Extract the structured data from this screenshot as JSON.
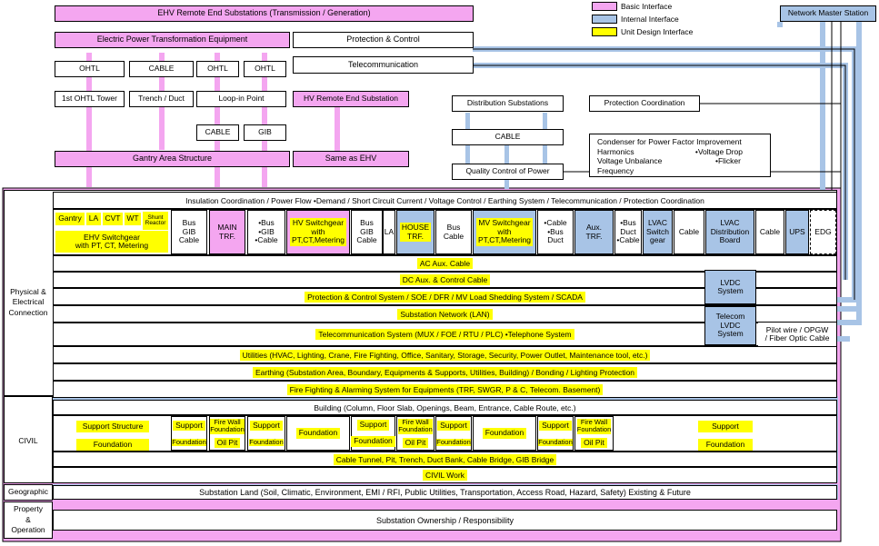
{
  "legend": {
    "basic": "Basic Interface",
    "internal": "Internal Interface",
    "unit": "Unit Design Interface"
  },
  "top": {
    "ehv_remote": "EHV Remote End Substations (Transmission / Generation)",
    "transformation": "Electric Power Transformation Equipment",
    "protection_control": "Protection & Control",
    "telecommunication": "Telecommunication",
    "network_master": "Network Master Station",
    "ohtl1": "OHTL",
    "cable1": "CABLE",
    "ohtl2": "OHTL",
    "ohtl3": "OHTL",
    "first_ohtl_tower": "1st OHTL Tower",
    "trench_duct": "Trench / Duct",
    "loop_in": "Loop-in Point",
    "hv_remote": "HV Remote End Substation",
    "cable_loop": "CABLE",
    "gib_loop": "GIB",
    "gantry_area": "Gantry Area Structure",
    "same_as_ehv": "Same as EHV",
    "distribution_substations": "Distribution Substations",
    "protection_coordination": "Protection Coordination",
    "dist_cable": "CABLE",
    "quality_control": "Quality Control of Power",
    "quality_notes": [
      "Condenser for Power Factor Improvement",
      "Harmonics",
      "•Voltage Drop",
      "Voltage Unbalance",
      "•Flicker",
      "Frequency"
    ]
  },
  "sections": {
    "physical": "Physical &\nElectrical\nConnection",
    "civil": "CIVIL",
    "geographic": "Geographic",
    "property": "Property\n&\nOperation"
  },
  "insulation": "Insulation Coordination / Power Flow  •Demand / Short Circuit Current / Voltage Control / Earthing System / Telecommunication / Protection Coordination",
  "equipment": {
    "gantry": "Gantry",
    "la": "LA",
    "cvt": "CVT",
    "wt": "WT",
    "shunt": "Shunt\nReactor",
    "ehv_swgr": "EHV Switchgear\nwith PT, CT, Metering",
    "bus_gib_cable1": "Bus\nGIB\nCable",
    "main_trf": "MAIN\nTRF.",
    "bus_gib_cable2": "•Bus\n•GIB\n•Cable",
    "hv_swgr": "HV Switchgear\nwith\nPT,CT,Metering",
    "bus_gib_cable3": "Bus\nGIB\nCable",
    "la2": "LA",
    "house_trf": "HOUSE\nTRF.",
    "bus_cable": "Bus\nCable",
    "mv_swgr": "MV Switchgear\nwith\nPT,CT,Metering",
    "cable_bus_duct": "•Cable\n•Bus\nDuct",
    "aux_trf": "Aux.\nTRF.",
    "bus_duct_cable": "•Bus\nDuct\n•Cable",
    "lvac_swgr": "LVAC\nSwitch\ngear",
    "cable_a": "Cable",
    "lvac_board": "LVAC\nDistribution\nBoard",
    "cable_b": "Cable",
    "ups": "UPS",
    "edg": "EDG"
  },
  "rows": {
    "ac_aux": "AC Aux. Cable",
    "dc_aux": "DC Aux. & Control Cable",
    "protection_system": "Protection & Control System / SOE / DFR / MV Load Shedding System / SCADA",
    "lan": "Substation Network (LAN)",
    "telecom_system": "Telecommunication System (MUX / FOE / RTU / PLC)  •Telephone System",
    "utilities": "Utilities (HVAC, Lighting, Crane, Fire Fighting, Office, Sanitary, Storage, Security, Power Outlet, Maintenance tool, etc.)",
    "earthing": "Earthing (Substation Area, Boundary, Equipments & Supports, Utilities, Building) / Bonding / Lighting Protection",
    "fire_alarm": "Fire Fighting & Alarming System for Equipments (TRF, SWGR, P & C, Telecom. Basement)",
    "lvdc": "LVDC\nSystem",
    "telecom_lvdc": "Telecom\nLVDC\nSystem",
    "pilot_wire": "Pilot wire / OPGW\n/ Fiber Optic Cable"
  },
  "civil": {
    "building": "Building (Column, Floor Slab, Openings, Beam, Entrance, Cable Route, etc.)",
    "support_structure": "Support Structure",
    "foundation1": "Foundation",
    "support1": "Support",
    "foundation_s1": "Foundation",
    "fire_wall_foundation1": "Fire Wall\nFoundation",
    "oil_pit1": "Oil Pit",
    "support2": "Support",
    "foundation_s2": "Foundation",
    "foundation2": "Foundation",
    "support3": "Support",
    "foundation3": "Foundation",
    "fire_wall_foundation2": "Fire Wall\nFoundation",
    "oil_pit2": "Oil Pit",
    "support4": "Support",
    "foundation4": "Foundation",
    "foundation5": "Foundation",
    "support5": "Support",
    "foundation6": "Foundation",
    "fire_wall_foundation3": "Fire Wall\nFoundation",
    "oil_pit3": "Oil Pit",
    "support6": "Support",
    "foundation7": "Foundation",
    "cable_tunnel": "Cable Tunnel, Pit, Trench, Duct Bank, Cable Bridge, GIB Bridge",
    "civil_work": "CIVIL Work"
  },
  "geographic_text": "Substation Land (Soil, Climatic, Environment, EMI / RFI, Public Utilities, Transportation, Access Road, Hazard, Safety) Existing & Future",
  "property_text": "Substation Ownership / Responsibility"
}
